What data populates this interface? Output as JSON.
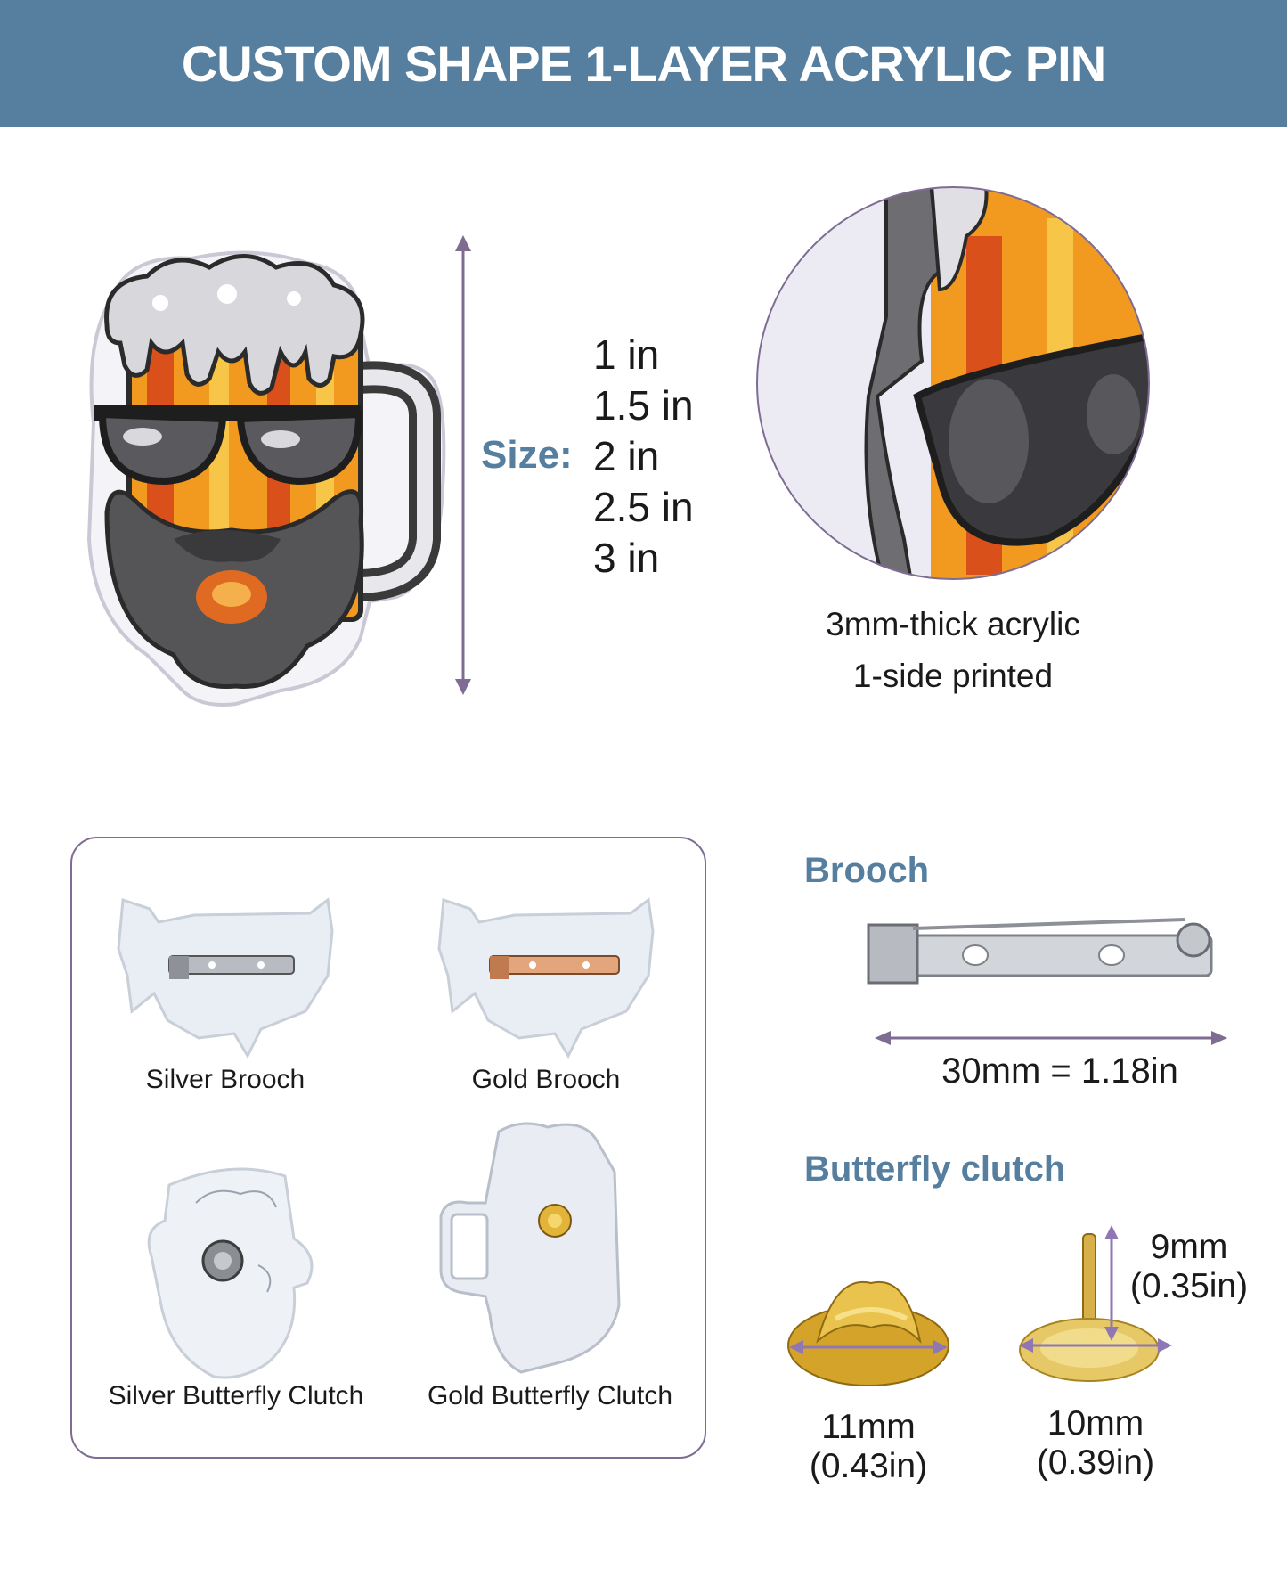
{
  "header": {
    "title": "CUSTOM SHAPE 1-LAYER ACRYLIC PIN"
  },
  "size": {
    "label": "Size:",
    "options": [
      "1 in",
      "1.5 in",
      "2 in",
      "2.5 in",
      "3 in"
    ]
  },
  "material": {
    "line1": "3mm-thick acrylic",
    "line2": "1-side printed"
  },
  "backings": {
    "silver_brooch": "Silver Brooch",
    "gold_brooch": "Gold Brooch",
    "silver_clutch": "Silver Butterfly Clutch",
    "gold_clutch": "Gold Butterfly Clutch"
  },
  "brooch": {
    "title": "Brooch",
    "dimension": "30mm = 1.18in"
  },
  "clutch": {
    "title": "Butterfly clutch",
    "width_left": "11mm",
    "width_left_in": "(0.43in)",
    "width_right": "10mm",
    "width_right_in": "(0.39in)",
    "height": "9mm",
    "height_in": "(0.35in)"
  },
  "colors": {
    "header_bg": "#567f9f",
    "accent_purple": "#7e6c93"
  }
}
